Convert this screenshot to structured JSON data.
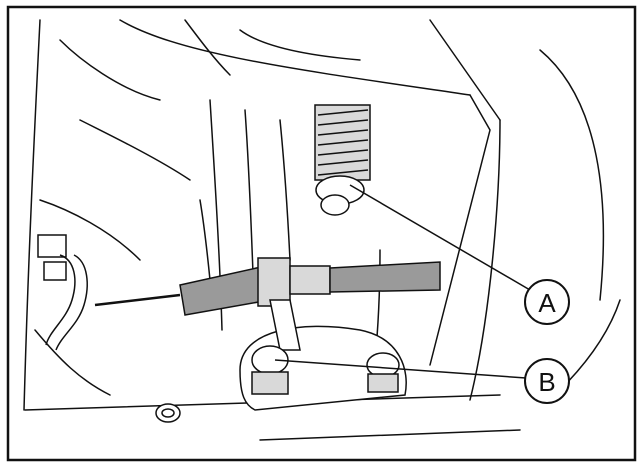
{
  "callouts": [
    {
      "id": "A",
      "label": "A"
    },
    {
      "id": "B",
      "label": "B"
    }
  ],
  "colors": {
    "line": "#111111",
    "shade": "#d9d9d9",
    "shade_dark": "#9a9a9a",
    "background": "#ffffff"
  }
}
